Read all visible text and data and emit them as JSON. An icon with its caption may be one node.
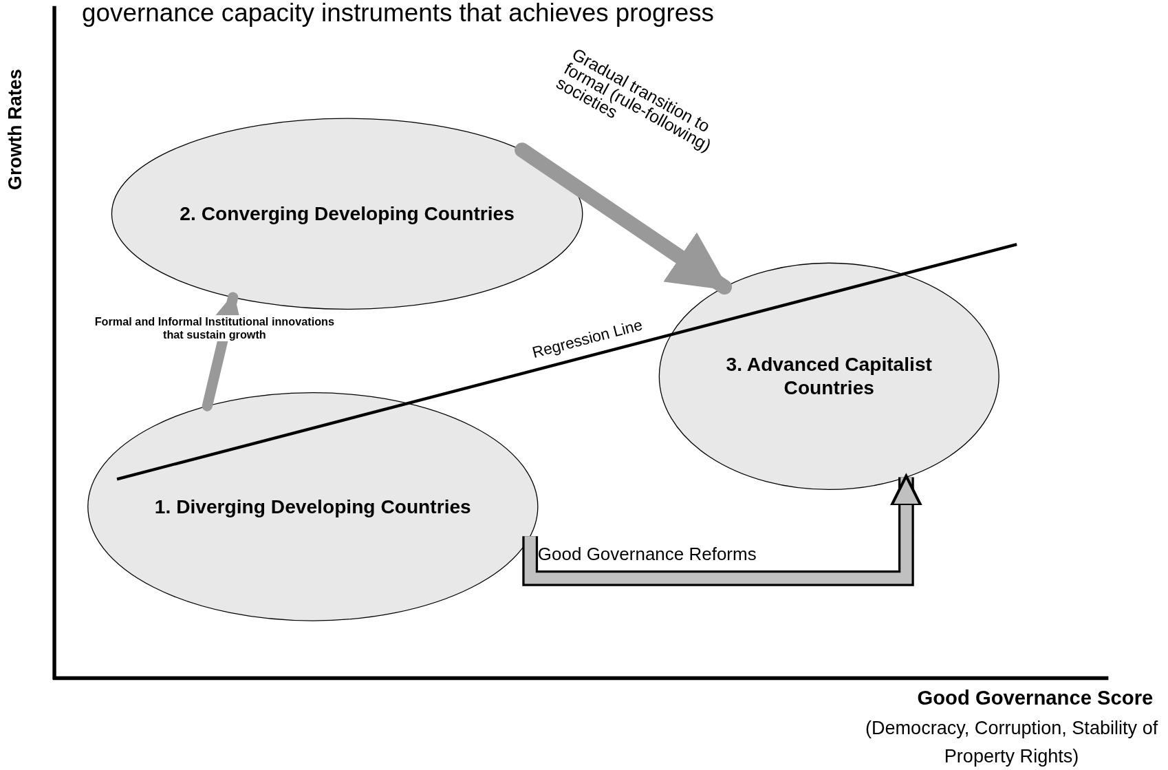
{
  "diagram": {
    "title": "governance capacity instruments that achieves progress",
    "nodes": [
      {
        "text": [
          "2. Converging Developing Countries"
        ]
      },
      {
        "text": [
          "1. Diverging Developing Countries"
        ]
      },
      {
        "text": [
          "3. Advanced Capitalist Countries"
        ]
      }
    ],
    "edges": [
      {
        "from": 1,
        "to": 0,
        "arrow": "to",
        "label": "Formal and Informal Institutional innovations that sustain growth"
      },
      {
        "from": 0,
        "to": 2,
        "arrow": "to",
        "label": "Gradual transition to formal (rule-following) societies"
      },
      {
        "from": 1,
        "to": 2,
        "arrow": "to",
        "label": "Good Governance Reforms"
      }
    ],
    "labels": [
      "Regression Line",
      "Growth Rates",
      "Good Governance Score",
      "(Democracy, Corruption, Stability of Property Rights)"
    ]
  }
}
